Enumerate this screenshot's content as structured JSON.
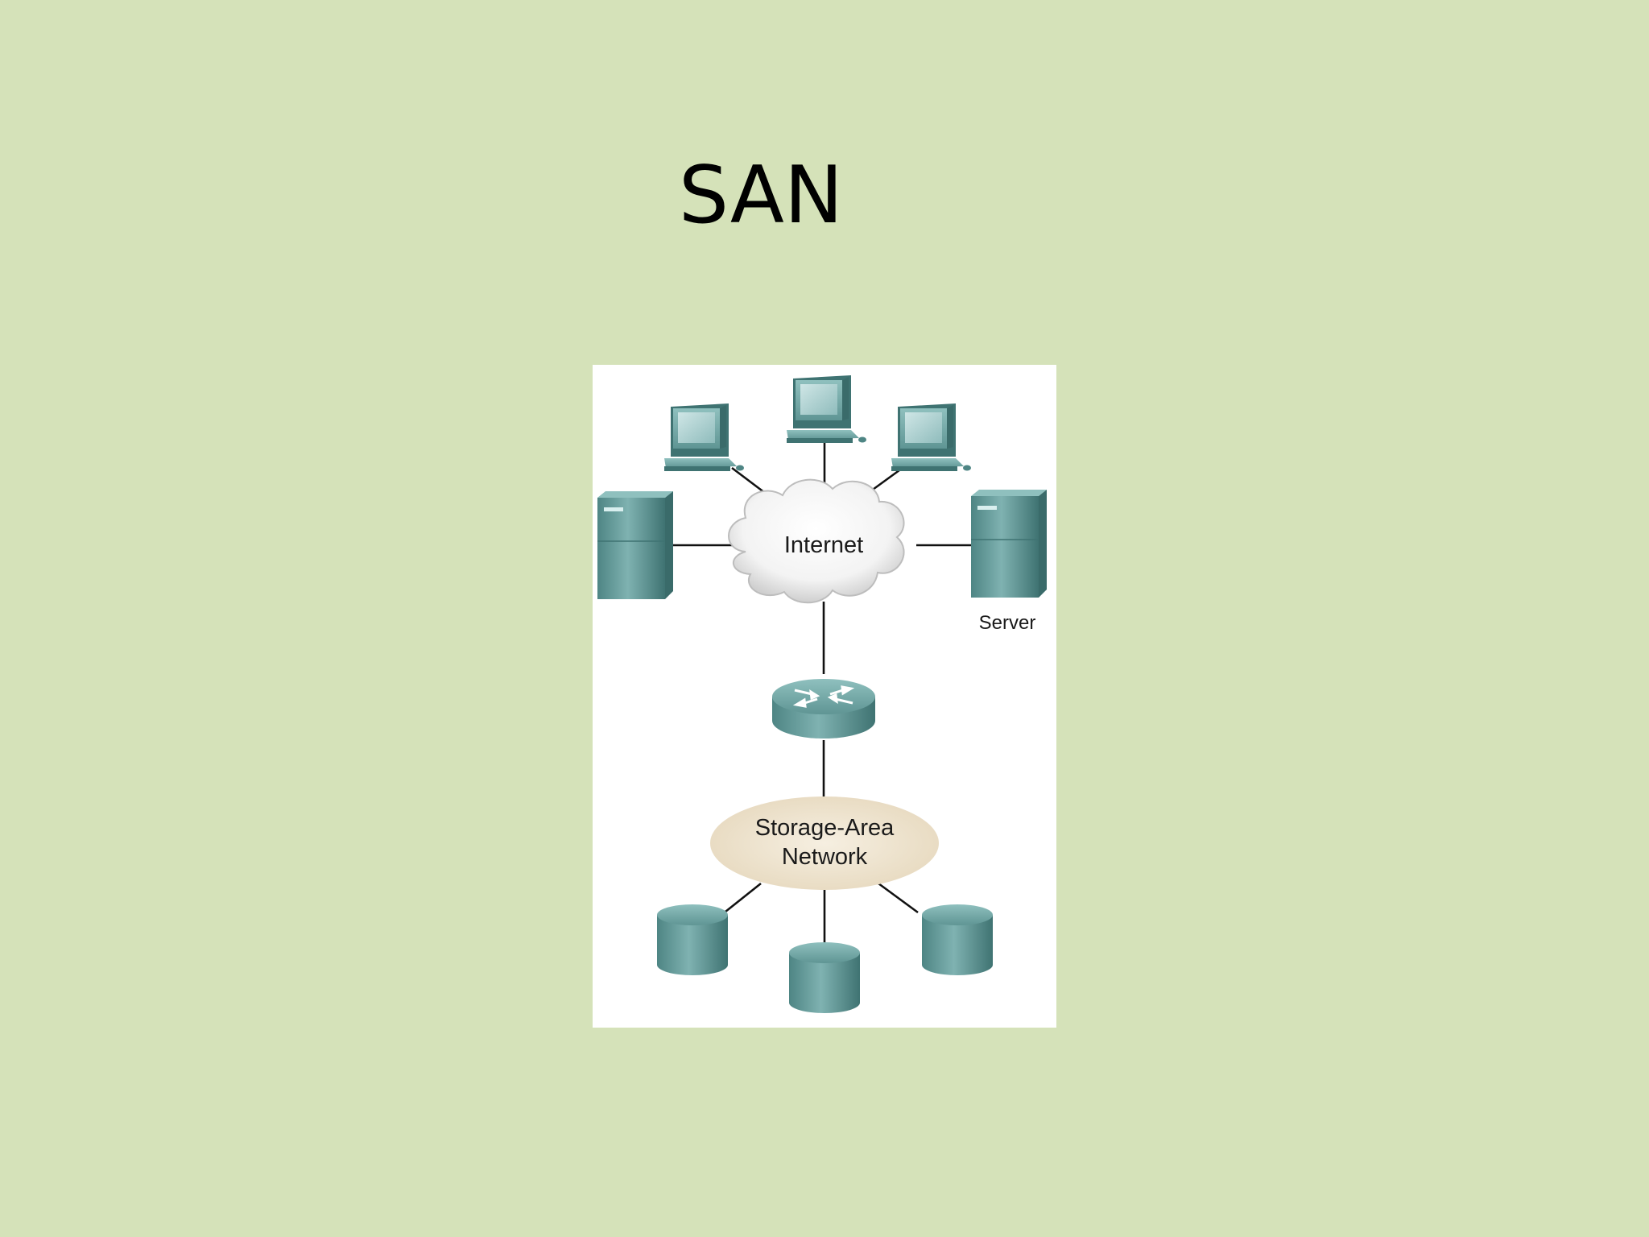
{
  "slide": {
    "title": "SAN",
    "background_color": "#d5e2b9"
  },
  "diagram": {
    "cloud_label": "Internet",
    "server_label": "Server",
    "san_label_line1": "Storage-Area",
    "san_label_line2": "Network",
    "device_color": "#5f9594",
    "cloud_color": "#ffffff",
    "san_color": "#efe4cf",
    "icons": {
      "workstations": [
        "computer-icon",
        "computer-icon",
        "computer-icon"
      ],
      "servers": [
        "server-icon",
        "server-icon"
      ],
      "router": "router-icon",
      "storage": [
        "storage-disk-icon",
        "storage-disk-icon",
        "storage-disk-icon"
      ]
    }
  }
}
